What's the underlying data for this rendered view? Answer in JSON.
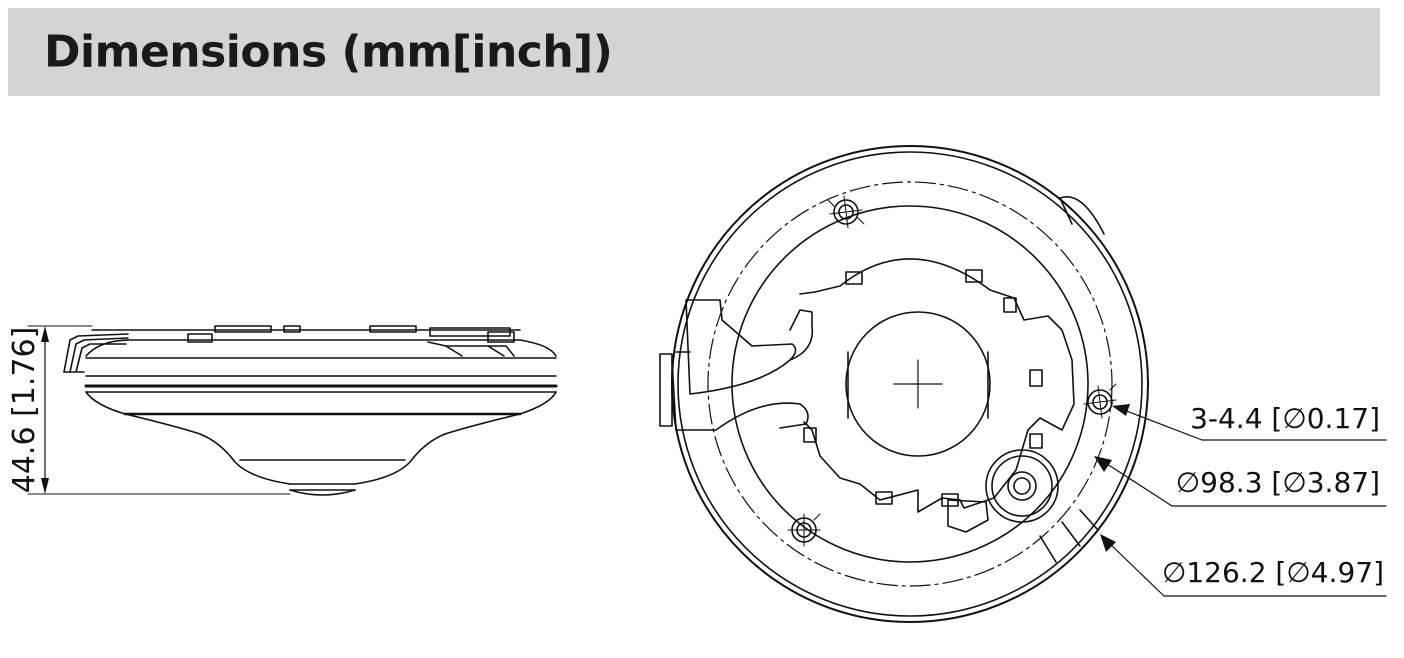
{
  "header": {
    "title": "Dimensions (mm[inch])",
    "background": "#d4d4d4"
  },
  "side_view": {
    "height_label": "44.6 [1.76]"
  },
  "top_view": {
    "callouts": [
      {
        "id": "mount-holes",
        "label": "3-4.4 [∅0.17]"
      },
      {
        "id": "inner-diameter",
        "label": "∅98.3 [∅3.87]"
      },
      {
        "id": "outer-diameter",
        "label": "∅126.2 [∅4.97]"
      }
    ]
  }
}
